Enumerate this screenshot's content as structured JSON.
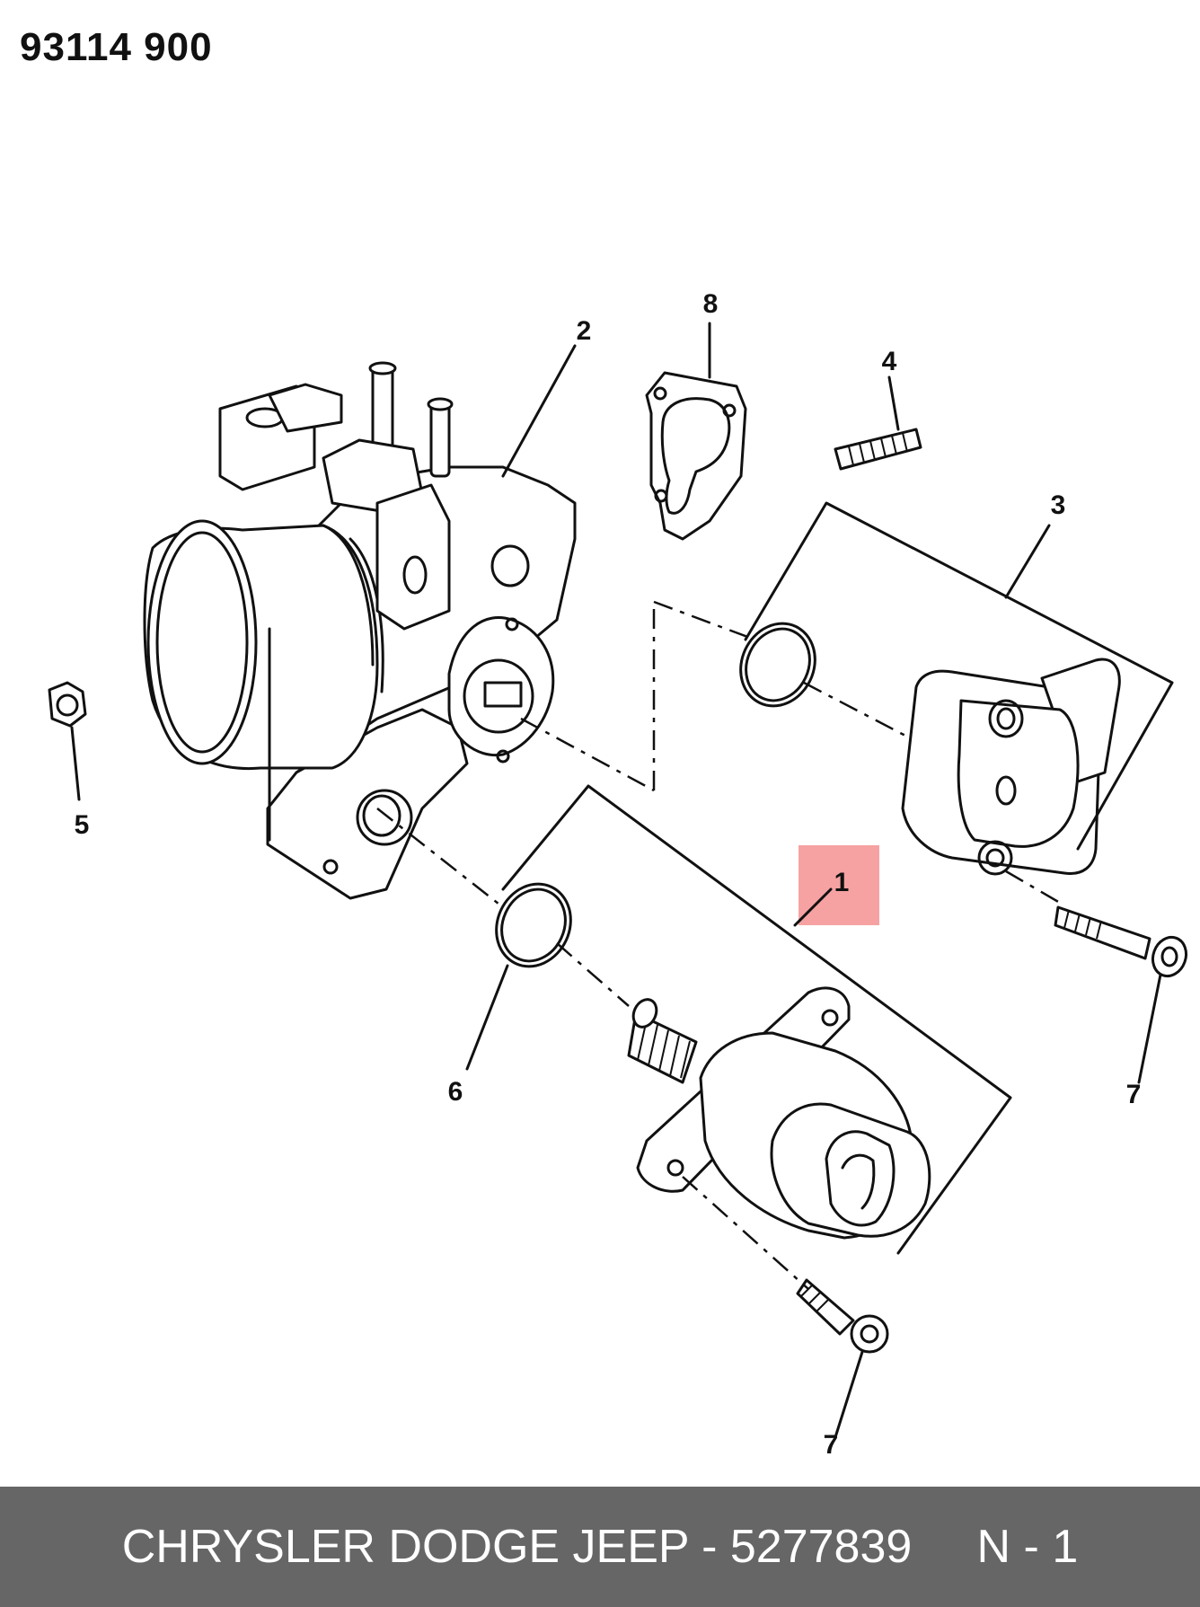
{
  "header": {
    "page_code": "93114  900"
  },
  "callouts": [
    {
      "id": "1",
      "label": "1"
    },
    {
      "id": "2",
      "label": "2"
    },
    {
      "id": "3",
      "label": "3"
    },
    {
      "id": "4",
      "label": "4"
    },
    {
      "id": "5",
      "label": "5"
    },
    {
      "id": "6",
      "label": "6"
    },
    {
      "id": "7a",
      "label": "7"
    },
    {
      "id": "7b",
      "label": "7"
    },
    {
      "id": "8",
      "label": "8"
    }
  ],
  "highlight": {
    "callout": "1",
    "color": "#f06464"
  },
  "footer": {
    "text": "CHRYSLER DODGE JEEP - 5277839     N - 1"
  },
  "colors": {
    "line": "#111111",
    "footer_bg": "#666666",
    "footer_text": "#ffffff",
    "background": "#ffffff"
  }
}
